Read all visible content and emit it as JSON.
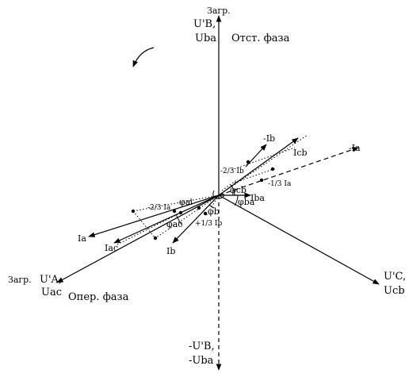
{
  "labels": {
    "load_top": "Загр.",
    "ub_prime_top": "U'B,",
    "uba_top": "Uba",
    "lagging_phase": "Отст. фаза",
    "load_left": "Загр.",
    "ua_prime": "U'A,",
    "uac": "Uac",
    "leading_phase": "Опер. фаза",
    "uc_prime": "U'C,",
    "ucb": "Ucb",
    "neg_ub_prime": "-U'B,",
    "neg_uba": "-Uba",
    "neg_ia": "-Ia",
    "neg_ib": "-Ib",
    "icb": "Icb",
    "two_thirds_ib": "-2/3 Ib",
    "one_third_ia": "-1/3 Ia",
    "phi_cb": "φcb",
    "iba": "Iba",
    "phi_ba": "φba",
    "phi_a": "φa",
    "phi_b": "φb",
    "phi_ac": "φac",
    "two_thirds_ia": "-2/3 Ia",
    "ia": "Ia",
    "iac": "Iac",
    "one_third_ib": "+1/3 Ib",
    "ib": "Ib"
  },
  "colors": {
    "stroke": "#000000"
  },
  "icons": {
    "rotation": "rotation-arrow-icon"
  }
}
